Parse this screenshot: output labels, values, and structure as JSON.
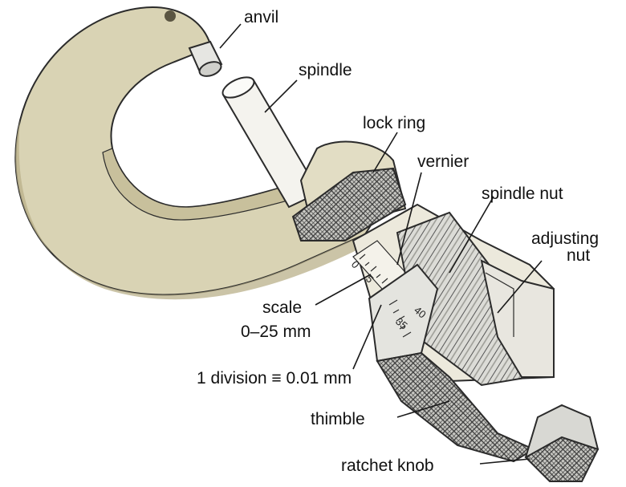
{
  "labels": {
    "anvil": "anvil",
    "spindle": "spindle",
    "lock_ring": "lock ring",
    "vernier": "vernier",
    "spindle_nut": "spindle nut",
    "adjusting_nut_line1": "adjusting",
    "adjusting_nut_line2": "nut",
    "scale_line1": "scale",
    "scale_line2": "0–25 mm",
    "division": "1 division ≡ 0.01 mm",
    "thimble": "thimble",
    "ratchet_knob": "ratchet knob"
  },
  "scale_markings": {
    "sleeve_zero": "0",
    "sleeve_five": "5",
    "thimble_40": "40",
    "thimble_35": "35"
  },
  "colors": {
    "frame": "#d9d3b4",
    "frame_shadow": "#b9b08a",
    "metal": "#e6e6e2",
    "metal_dark": "#b8b8b2",
    "spindle": "#f4f3ee"
  }
}
